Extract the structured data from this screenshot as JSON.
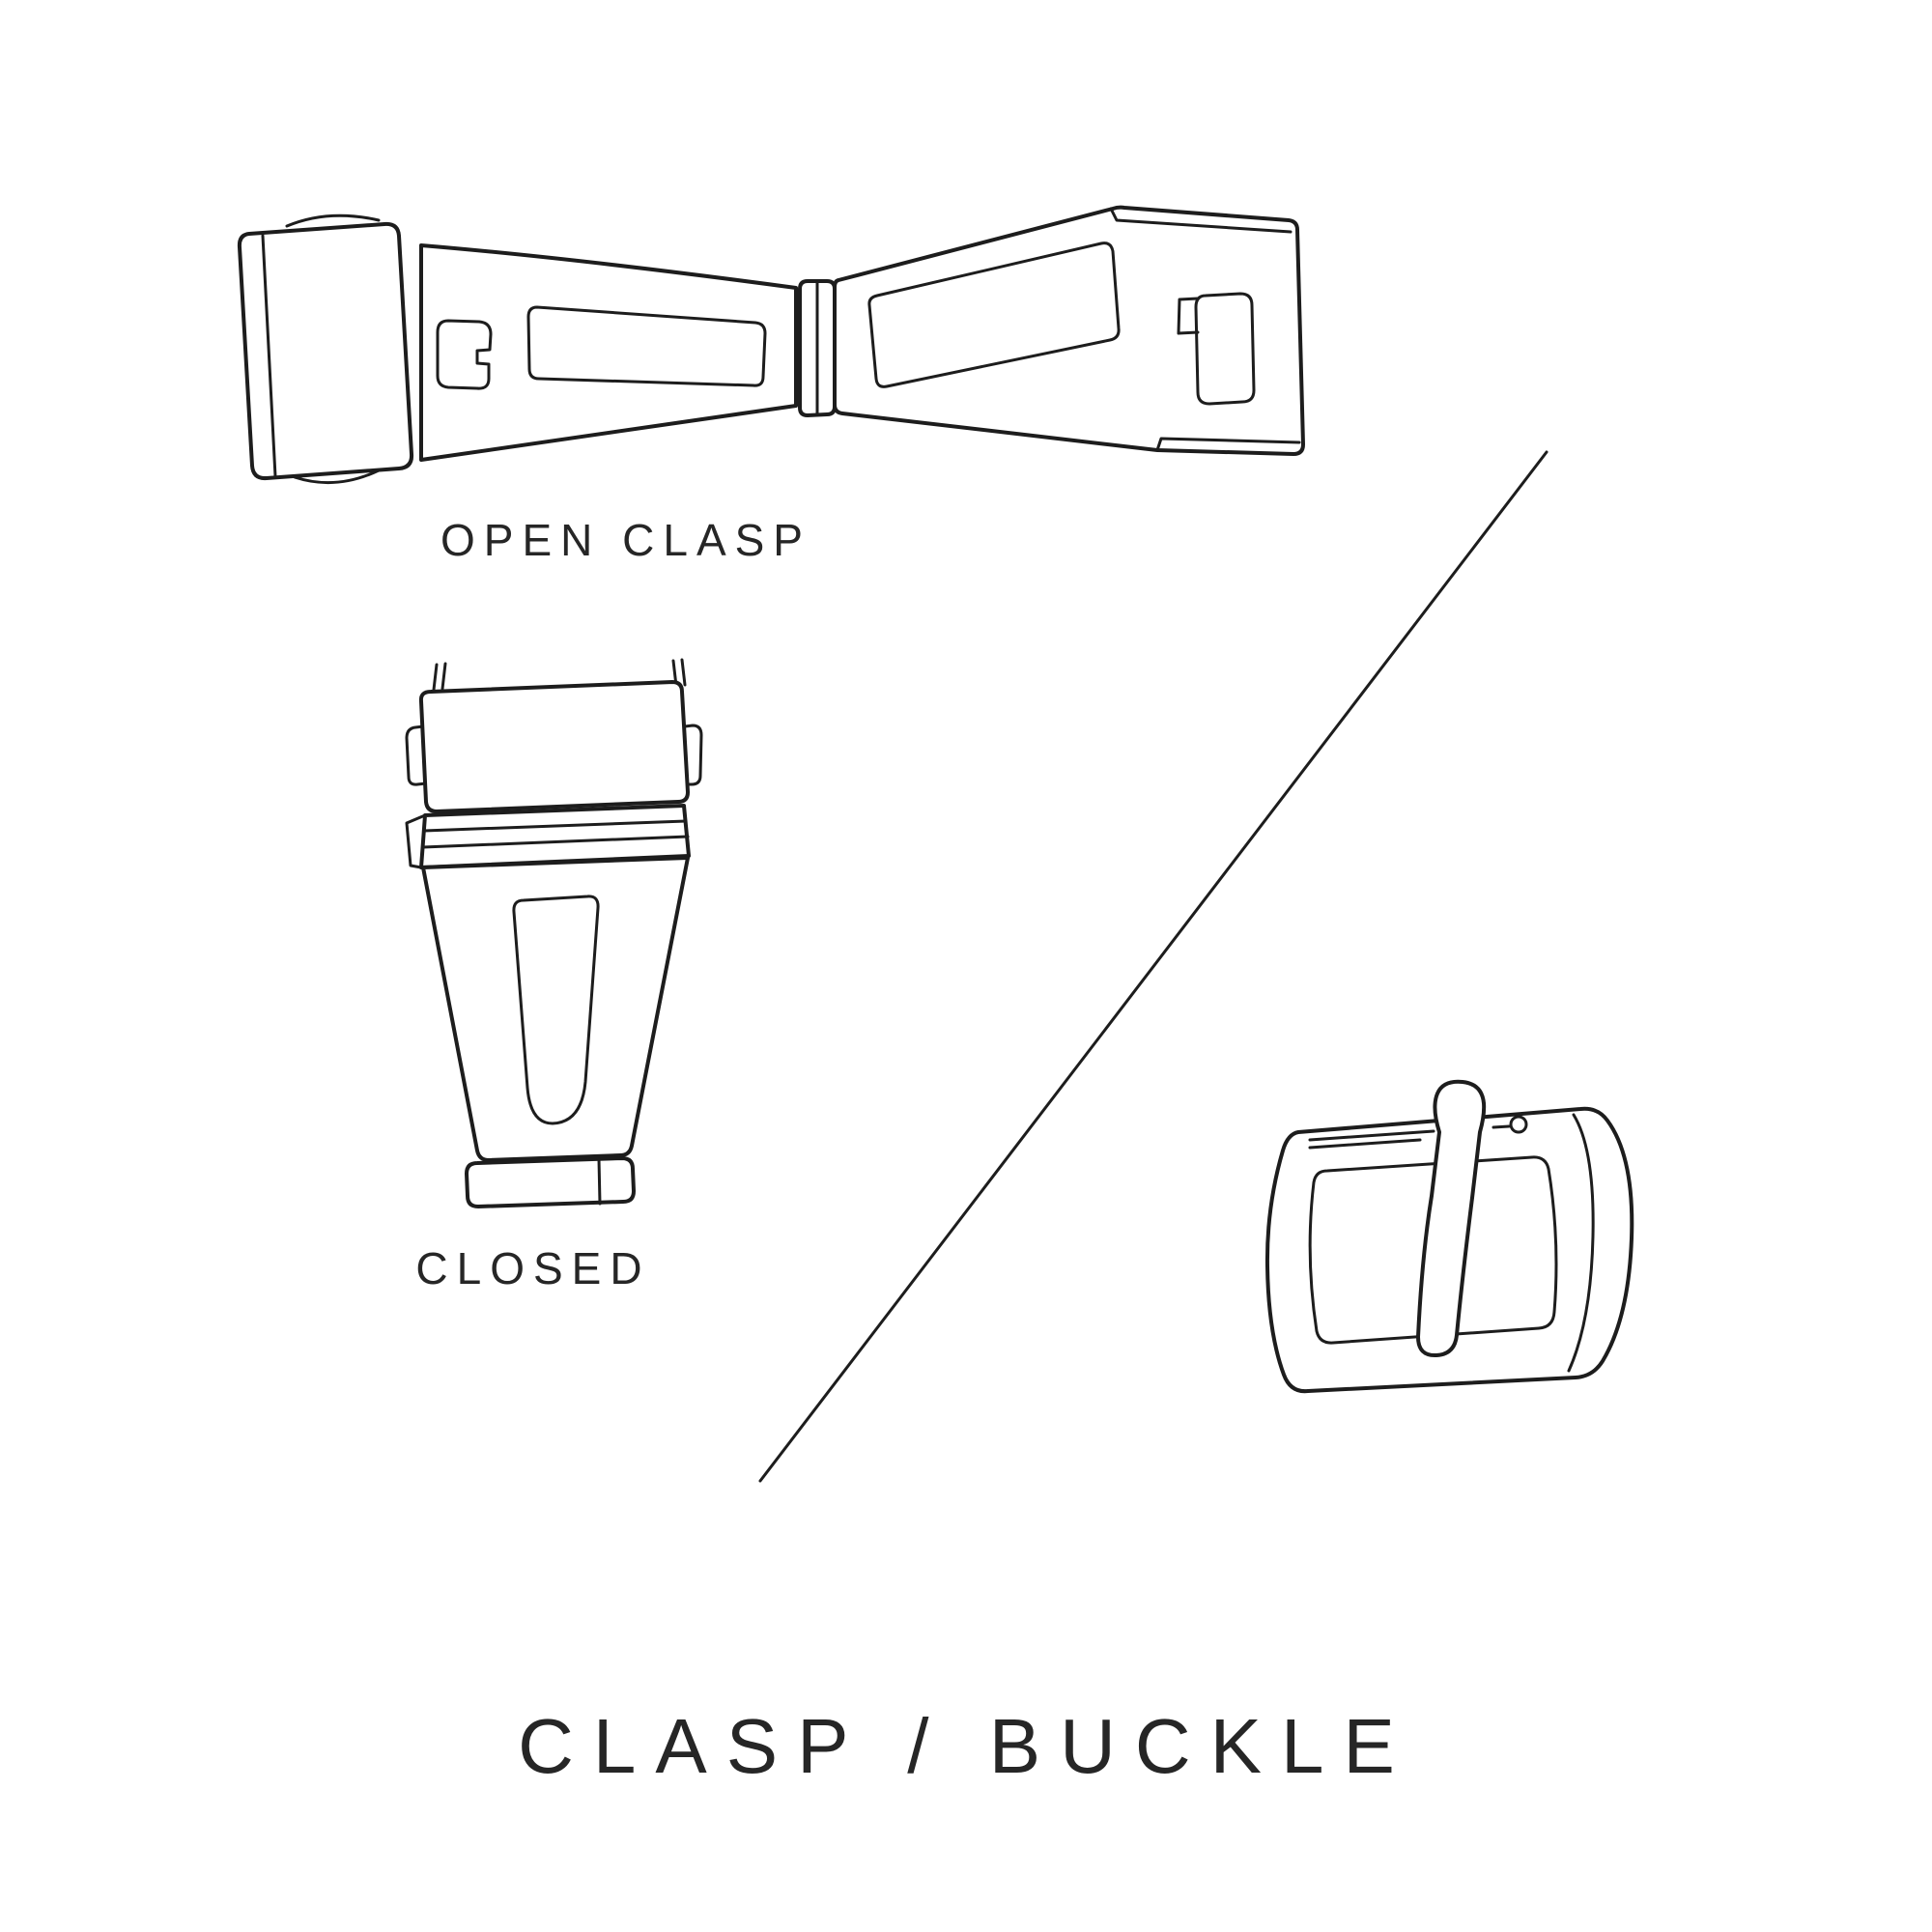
{
  "colors": {
    "background": "#ffffff",
    "line": "#1d1d1d",
    "text": "#262626"
  },
  "figures": {
    "open_clasp": {
      "caption": "OPEN CLASP",
      "icon": "open-clasp-illustration"
    },
    "closed_clasp": {
      "caption": "CLOSED",
      "icon": "closed-clasp-illustration"
    },
    "buckle": {
      "icon": "buckle-illustration"
    }
  },
  "title": "CLASP / BUCKLE"
}
